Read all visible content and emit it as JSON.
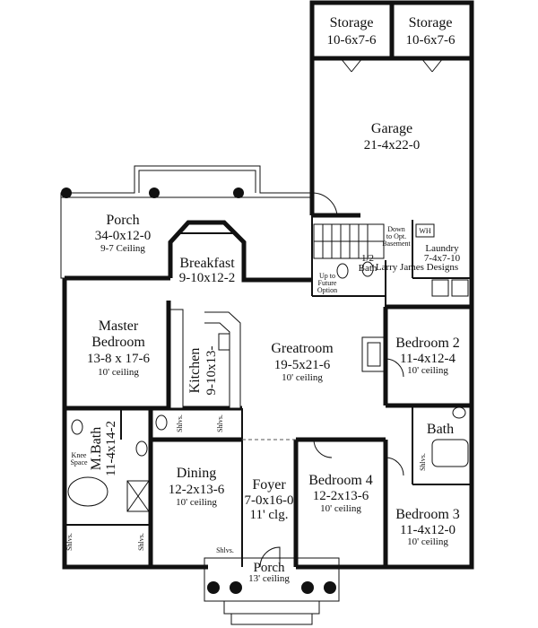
{
  "rooms": {
    "storage_left": {
      "name": "Storage",
      "dims": "10-6x7-6"
    },
    "storage_right": {
      "name": "Storage",
      "dims": "10-6x7-6"
    },
    "garage": {
      "name": "Garage",
      "dims": "21-4x22-0"
    },
    "porch_rear": {
      "name": "Porch",
      "dims": "34-0x12-0",
      "note": "9-7 Ceiling"
    },
    "breakfast": {
      "name": "Breakfast",
      "dims": "9-10x12-2"
    },
    "master_bedroom": {
      "name_1": "Master",
      "name_2": "Bedroom",
      "dims": "13-8 x 17-6",
      "note": "10' ceiling"
    },
    "kitchen": {
      "name": "Kitchen",
      "dims": "9-10x13-"
    },
    "greatroom": {
      "name": "Greatroom",
      "dims": "19-5x21-6",
      "note": "10' ceiling"
    },
    "bedroom2": {
      "name": "Bedroom 2",
      "dims": "11-4x12-4",
      "note": "10' ceiling"
    },
    "laundry": {
      "name": "Laundry",
      "dims": "7-4x7-10"
    },
    "bath_half": {
      "name": "1/2",
      "name_2": "Bath"
    },
    "bath": {
      "name": "Bath"
    },
    "master_bath": {
      "name": "M.Bath",
      "dims": "11-4x14-2"
    },
    "dining": {
      "name": "Dining",
      "dims": "12-2x13-6",
      "note": "10' ceiling"
    },
    "foyer": {
      "name": "Foyer",
      "dims": "7-0x16-0",
      "note": "11' clg."
    },
    "bedroom4": {
      "name": "Bedroom 4",
      "dims": "12-2x13-6",
      "note": "10' ceiling"
    },
    "bedroom3": {
      "name": "Bedroom 3",
      "dims": "11-4x12-0",
      "note": "10' ceiling"
    },
    "porch_front": {
      "name": "Porch",
      "note": "13' ceiling"
    }
  },
  "labels": {
    "down_1": "Down",
    "down_2": "to Opt.",
    "down_3": "Basement",
    "up_1": "Up to",
    "up_2": "Future",
    "up_3": "Option",
    "wh": "WH",
    "knee_1": "Knee",
    "knee_2": "Space",
    "shlvs": "Shlvs.",
    "copyright": "Larry James Designs"
  }
}
